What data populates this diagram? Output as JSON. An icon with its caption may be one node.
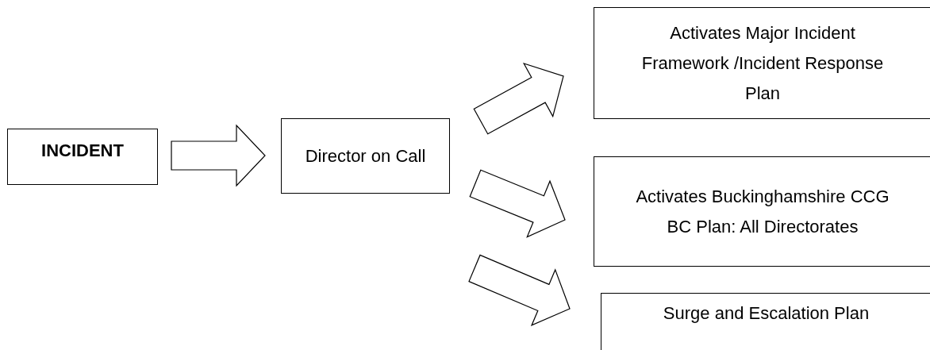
{
  "diagram": {
    "nodes": [
      {
        "text": [
          "INCIDENT"
        ]
      },
      {
        "text": [
          "Director on Call"
        ]
      },
      {
        "text": [
          "Activates Major Incident Framework /Incident Response Plan"
        ]
      },
      {
        "text": [
          "Activates Buckinghamshire CCG BC Plan: All Directorates"
        ]
      },
      {
        "text": [
          "Surge and Escalation Plan"
        ]
      }
    ],
    "edges": [
      {
        "from": 0,
        "to": 1,
        "arrow": "to"
      },
      {
        "from": 1,
        "to": 2,
        "arrow": "to"
      },
      {
        "from": 1,
        "to": 3,
        "arrow": "to"
      },
      {
        "from": 1,
        "to": 4,
        "arrow": "to"
      }
    ]
  }
}
